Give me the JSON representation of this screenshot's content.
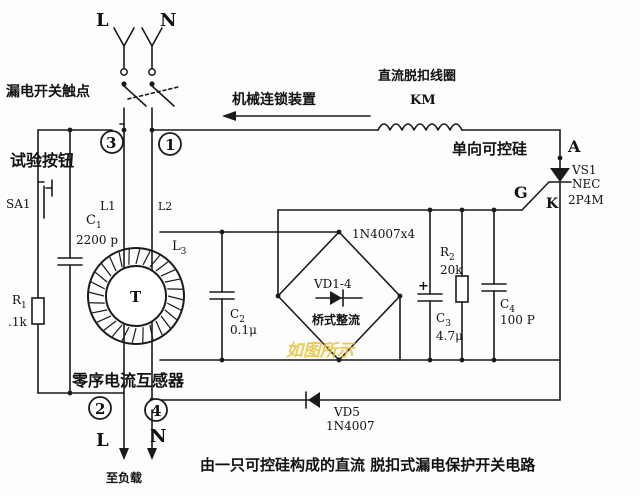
{
  "labels": {
    "L_top": "L",
    "N_top": "N",
    "switch_contacts": "漏电开关触点",
    "mech_interlock": "机械连锁装置",
    "dc_trip_coil": "直流脱扣线圈",
    "km": "KM",
    "node3": "3",
    "node1": "1",
    "test_button": "试验按钮",
    "scr": "单向可控硅",
    "anode": "A",
    "vs1": "VS1",
    "nec": "NEC",
    "part_2p4m": "2P4M",
    "gate": "G",
    "cathode": "K",
    "sa1": "SA1",
    "l1": "L1",
    "l2": "L2",
    "c1_name": "C",
    "c1_sub": "1",
    "c1_val": "2200 p",
    "l3_name": "L",
    "l3_sub": "3",
    "bridge_part": "1N4007x4",
    "r2_name": "R",
    "r2_sub": "2",
    "r2_val": "20k",
    "c2_name": "C",
    "c2_sub": "2",
    "c2_val": "0.1μ",
    "t": "T",
    "vd14": "VD1-4",
    "bridge_rect": "桥式整流",
    "plus": "+",
    "c3_name": "C",
    "c3_sub": "3",
    "c3_val": "4.7μ",
    "c4_name": "C",
    "c4_sub": "4",
    "c4_val": "100 P",
    "r1_name": "R",
    "r1_sub": "1",
    "r1_val": ".1k",
    "zero_seq": "零序电流互感器",
    "node2": "2",
    "node4": "4",
    "vd5": "VD5",
    "vd5_part": "1N4007",
    "L_bot": "L",
    "N_bot": "N",
    "to_load": "至负载",
    "caption": "由一只可控硅构成的直流 脱扣式漏电保护开关电路",
    "watermark": "如图所示"
  }
}
